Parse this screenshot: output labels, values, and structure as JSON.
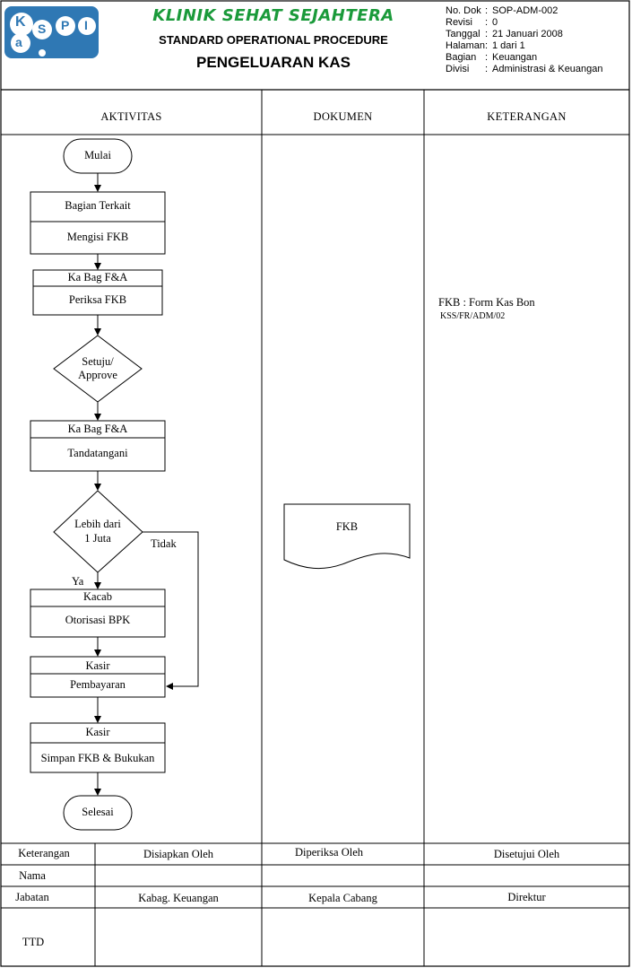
{
  "header": {
    "logo_letters": [
      "K",
      "a",
      "S",
      "P",
      "I"
    ],
    "clinic_name": "KLINIK SEHAT SEJAHTERA",
    "sop_label": "STANDARD OPERATIONAL PROCEDURE",
    "doc_title": "PENGELUARAN KAS",
    "meta": [
      {
        "key": "No. Dok",
        "value": "SOP-ADM-002"
      },
      {
        "key": "Revisi",
        "value": "0"
      },
      {
        "key": "Tanggal",
        "value": "21 Januari 2008"
      },
      {
        "key": "Halaman",
        "value": "1 dari 1"
      },
      {
        "key": "Bagian",
        "value": "Keuangan"
      },
      {
        "key": "Divisi",
        "value": "Administrasi & Keuangan"
      }
    ],
    "meta_sep": ":"
  },
  "columns": {
    "aktivitas": "AKTIVITAS",
    "dokumen": "DOKUMEN",
    "keterangan": "KETERANGAN"
  },
  "flow": {
    "start": "Mulai",
    "step1": {
      "role": "Bagian Terkait",
      "action": "Mengisi FKB"
    },
    "step2": {
      "role": "Ka Bag F&A",
      "action": "Periksa FKB"
    },
    "decision1": {
      "line1": "Setuju/",
      "line2": "Approve"
    },
    "step3": {
      "role": "Ka Bag F&A",
      "action": "Tandatangani"
    },
    "decision2": {
      "line1": "Lebih dari",
      "line2": "1 Juta"
    },
    "yes_label": "Ya",
    "no_label": "Tidak",
    "step4": {
      "role": "Kacab",
      "action": "Otorisasi BPK"
    },
    "step5": {
      "role": "Kasir",
      "action": "Pembayaran"
    },
    "step6": {
      "role": "Kasir",
      "action": "Simpan FKB & Bukukan"
    },
    "end": "Selesai"
  },
  "document_symbol": "FKB",
  "notes": {
    "line1": "FKB : Form Kas Bon",
    "line2": "KSS/FR/ADM/02"
  },
  "signoff": {
    "row_labels": [
      "Keterangan",
      "Nama",
      "Jabatan",
      "TTD"
    ],
    "headers": [
      "Disiapkan Oleh",
      "Diperiksa Oleh",
      "Disetujui Oleh"
    ],
    "positions": [
      "Kabag. Keuangan",
      "Kepala Cabang",
      "Direktur"
    ]
  },
  "colors": {
    "clinic_name": "#1a9a3a",
    "logo_blue": "#2f78b4"
  }
}
